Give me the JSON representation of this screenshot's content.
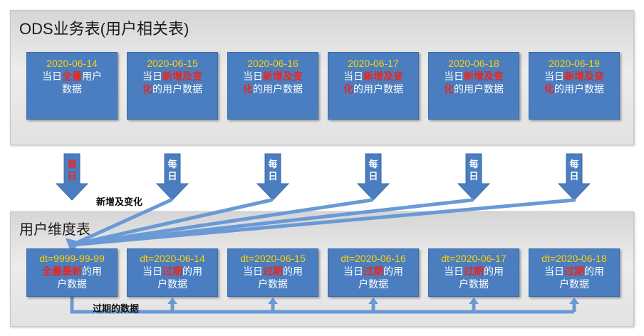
{
  "ods_panel": {
    "title": "ODS业务表(用户相关表)",
    "cards": [
      {
        "date": "2020-06-14",
        "l1_pre": "当日",
        "l1_hl": "全量",
        "l1_post": "用户",
        "l2_hl": "",
        "l2_post": "数据"
      },
      {
        "date": "2020-06-15",
        "l1_pre": "当日",
        "l1_hl": "新增及变",
        "l1_post": "",
        "l2_hl": "化",
        "l2_post": "的用户数据"
      },
      {
        "date": "2020-06-16",
        "l1_pre": "当日",
        "l1_hl": "新增及变",
        "l1_post": "",
        "l2_hl": "化",
        "l2_post": "的用户数据"
      },
      {
        "date": "2020-06-17",
        "l1_pre": "当日",
        "l1_hl": "新增及变",
        "l1_post": "",
        "l2_hl": "化",
        "l2_post": "的用户数据"
      },
      {
        "date": "2020-06-18",
        "l1_pre": "当日",
        "l1_hl": "新增及变",
        "l1_post": "",
        "l2_hl": "化",
        "l2_post": "的用户数据"
      },
      {
        "date": "2020-06-19",
        "l1_pre": "当日",
        "l1_hl": "新增及变",
        "l1_post": "",
        "l2_hl": "化",
        "l2_post": "的用户数据"
      }
    ]
  },
  "arrows": [
    {
      "l1": "首",
      "l2": "日"
    },
    {
      "l1": "每",
      "l2": "日"
    },
    {
      "l1": "每",
      "l2": "日"
    },
    {
      "l1": "每",
      "l2": "日"
    },
    {
      "l1": "每",
      "l2": "日"
    },
    {
      "l1": "每",
      "l2": "日"
    }
  ],
  "labels": {
    "new_and_changed": "新增及变化",
    "expired_data": "过期的数据"
  },
  "dim_panel": {
    "title": "用户维度表",
    "cards": [
      {
        "date": "dt=9999-99-99",
        "l1_pre": "",
        "l1_hl": "全量最新",
        "l1_post": "的用",
        "l2_hl": "",
        "l2_post": "户数据"
      },
      {
        "date": "dt=2020-06-14",
        "l1_pre": "当日",
        "l1_hl": "过期",
        "l1_post": "的用",
        "l2_hl": "",
        "l2_post": "户数据"
      },
      {
        "date": "dt=2020-06-15",
        "l1_pre": "当日",
        "l1_hl": "过期",
        "l1_post": "的用",
        "l2_hl": "",
        "l2_post": "户数据"
      },
      {
        "date": "dt=2020-06-16",
        "l1_pre": "当日",
        "l1_hl": "过期",
        "l1_post": "的用",
        "l2_hl": "",
        "l2_post": "户数据"
      },
      {
        "date": "dt=2020-06-17",
        "l1_pre": "当日",
        "l1_hl": "过期",
        "l1_post": "的用",
        "l2_hl": "",
        "l2_post": "户数据"
      },
      {
        "date": "dt=2020-06-18",
        "l1_pre": "当日",
        "l1_hl": "过期",
        "l1_post": "的用",
        "l2_hl": "",
        "l2_post": "户数据"
      }
    ]
  },
  "colors": {
    "card_fill": "#4a7ec0",
    "date_text": "#ffd200",
    "highlight_text": "#e8271f",
    "connector": "#6a9ad6"
  }
}
